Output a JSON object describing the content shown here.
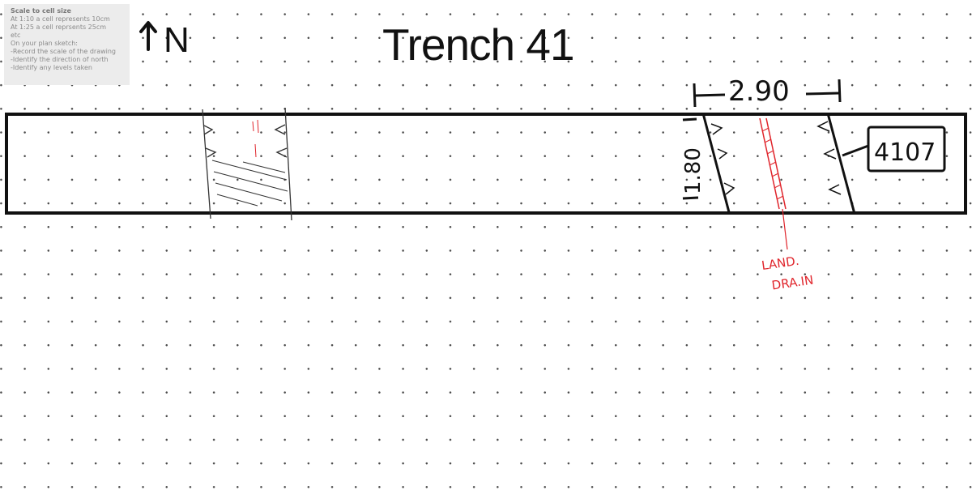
{
  "scale_note": {
    "heading": "Scale to cell size",
    "lines": [
      "At 1:10 a cell represents 10cm",
      "At 1:25 a cell reprsents 25cm",
      "etc",
      "On your plan sketch:",
      "-Record the scale of the drawing",
      "-Identify  the  direction of north",
      "-Identify any levels taken"
    ]
  },
  "north": {
    "label": "N",
    "arrow_icon": "north-arrow-icon"
  },
  "title": "Trench 41",
  "annotations": {
    "width_dimension": "2.90",
    "height_dimension": "1.80",
    "context_number": "4107",
    "drain_label_line1": "LAND.",
    "drain_label_line2": "DRA.IN"
  },
  "colors": {
    "ink": "#111111",
    "red_ink": "#e0242b",
    "dot_grid": "#4a4a4a",
    "note_background": "#ececec"
  }
}
